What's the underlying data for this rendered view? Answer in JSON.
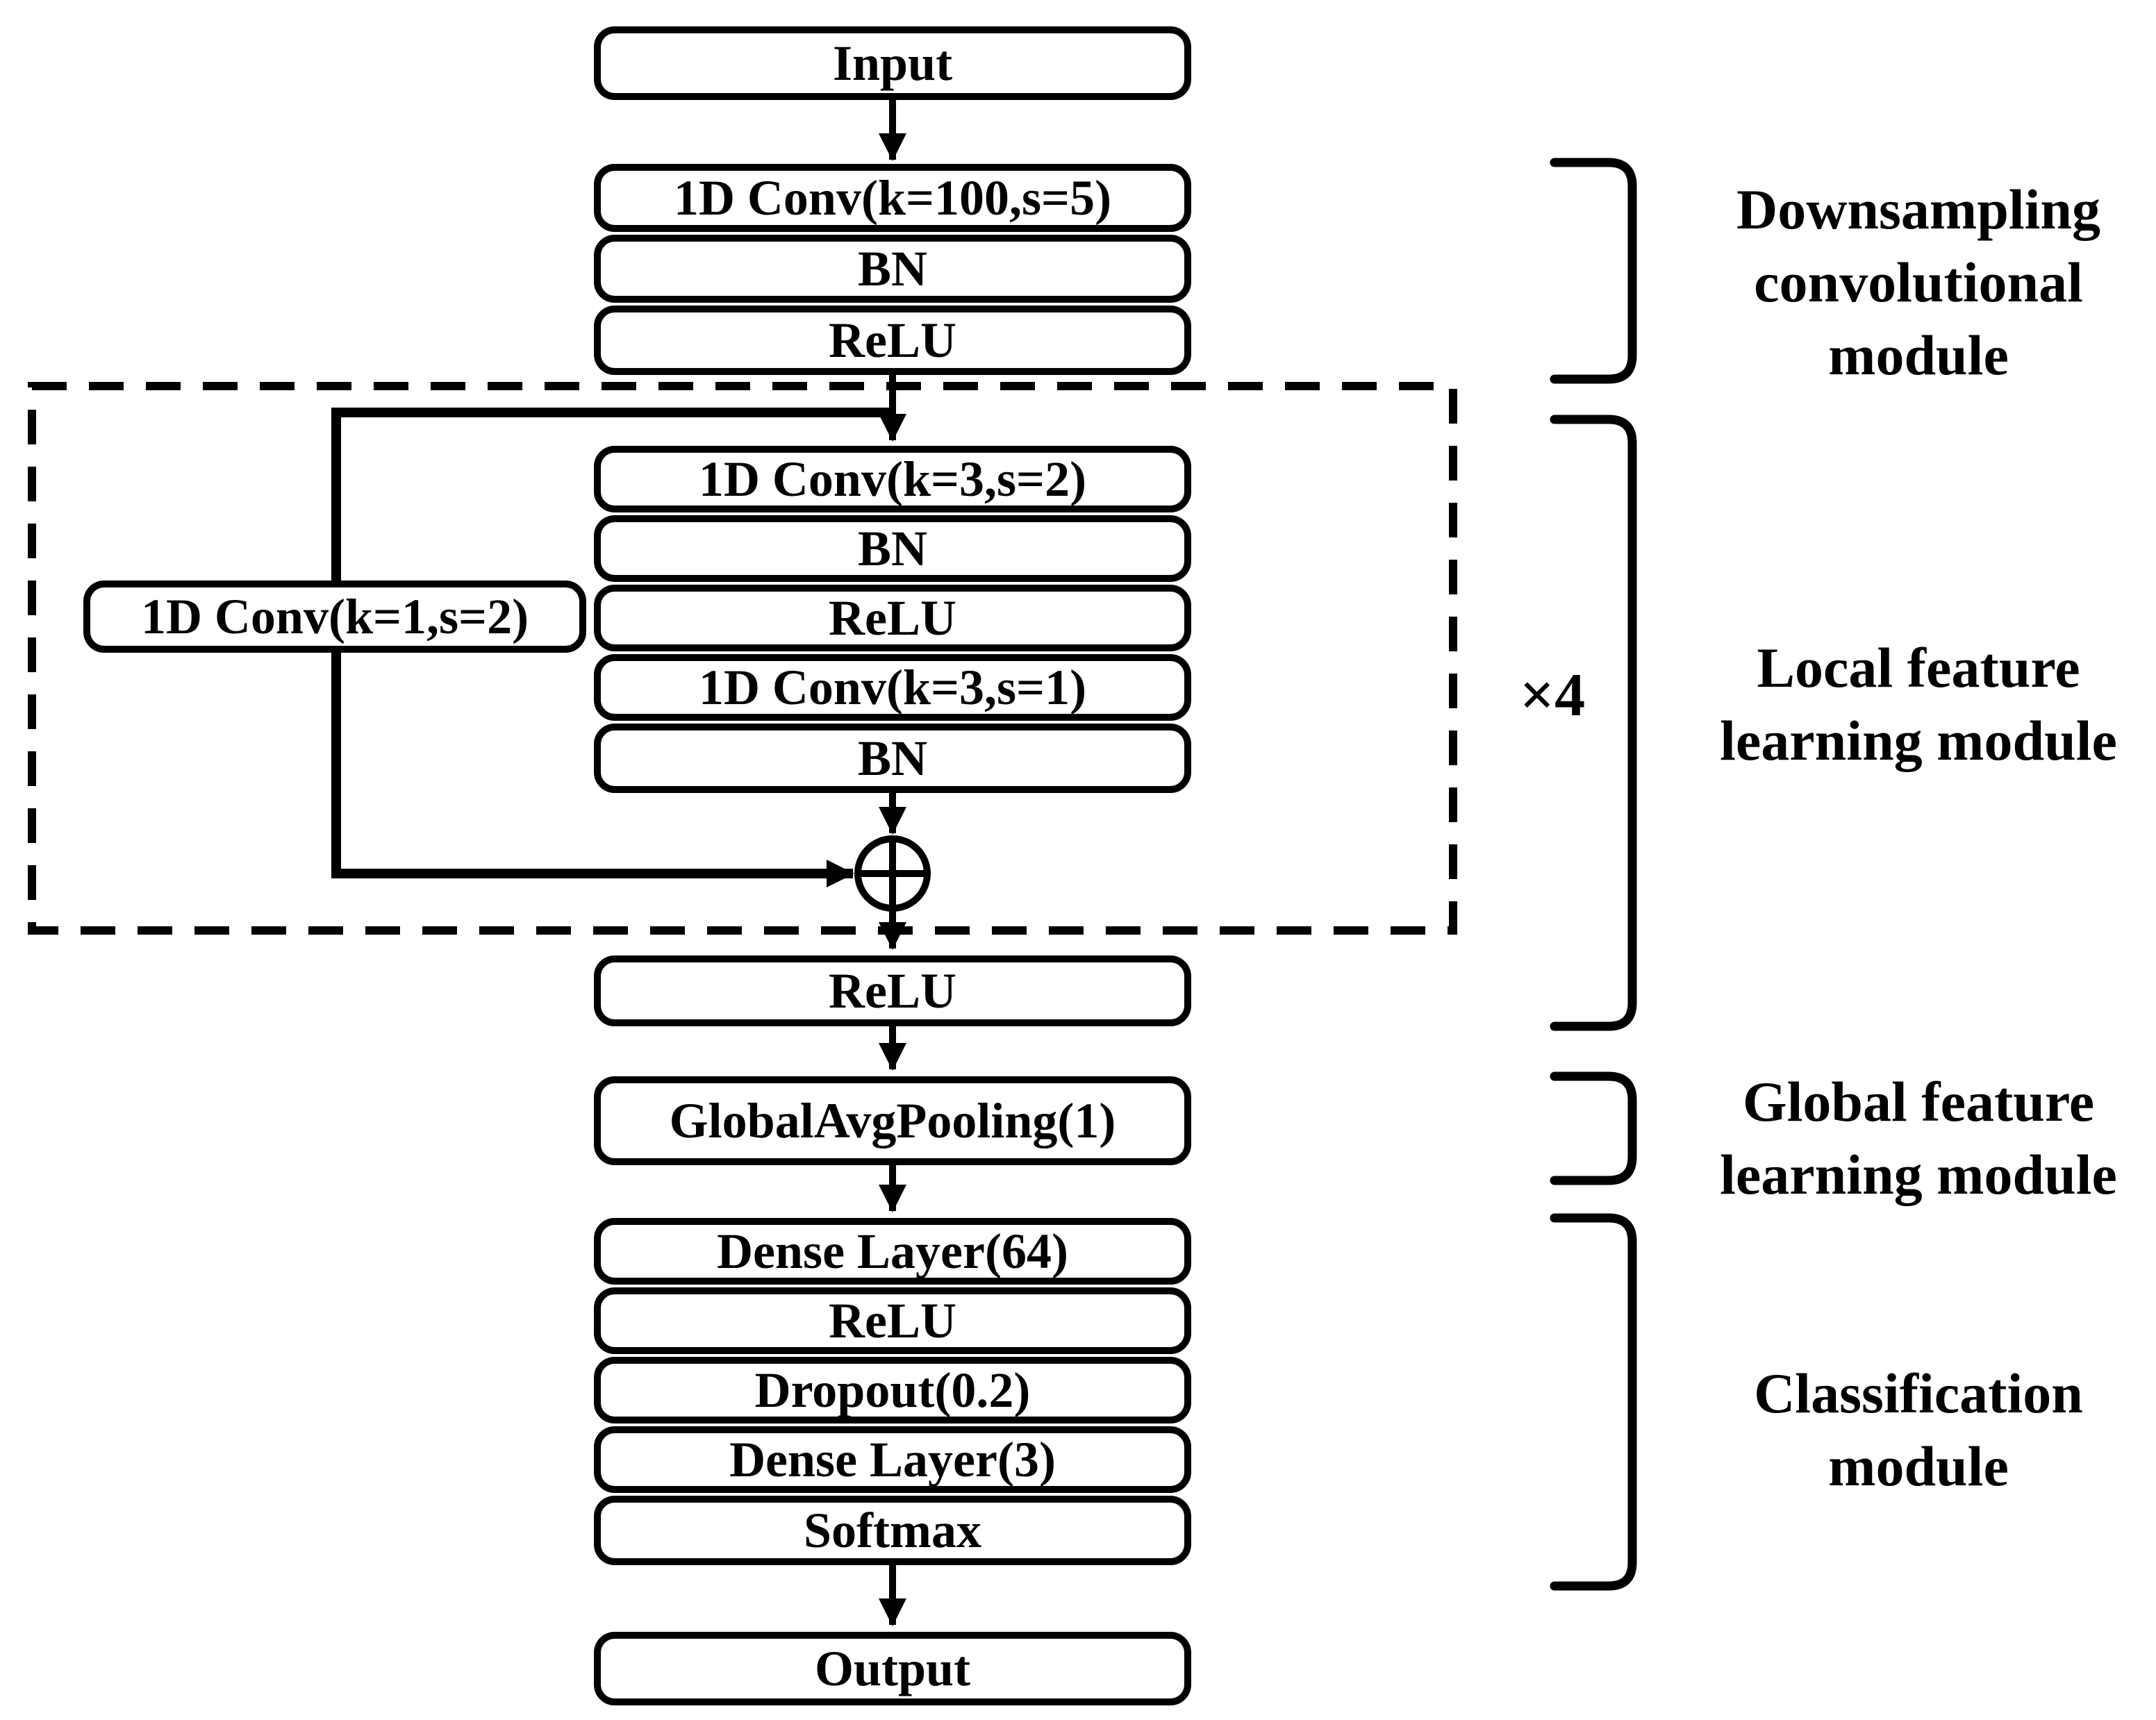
{
  "figure": {
    "colors": {
      "ink": "#000000",
      "background": "#ffffff"
    }
  },
  "flow": {
    "input": "Input",
    "downsampling_stack": [
      "1D Conv(k=100,s=5)",
      "BN",
      "ReLU"
    ],
    "residual_block": {
      "main_stack": [
        "1D Conv(k=3,s=2)",
        "BN",
        "ReLU",
        "1D Conv(k=3,s=1)",
        "BN"
      ],
      "shortcut": "1D Conv(k=1,s=2)",
      "merge": "add",
      "repeat_label": "×4"
    },
    "post_residual": "ReLU",
    "global_pooling": "GlobalAvgPooling(1)",
    "classification_stack": [
      "Dense Layer(64)",
      "ReLU",
      "Dropout(0.2)",
      "Dense Layer(3)",
      "Softmax"
    ],
    "output": "Output"
  },
  "module_labels": {
    "downsampling": {
      "lines": [
        "Downsampling",
        "convolutional",
        "module"
      ]
    },
    "local": {
      "lines": [
        "Local feature",
        "learning module"
      ]
    },
    "global": {
      "lines": [
        "Global feature",
        "learning module"
      ]
    },
    "classification": {
      "lines": [
        "Classification",
        "module"
      ]
    }
  }
}
